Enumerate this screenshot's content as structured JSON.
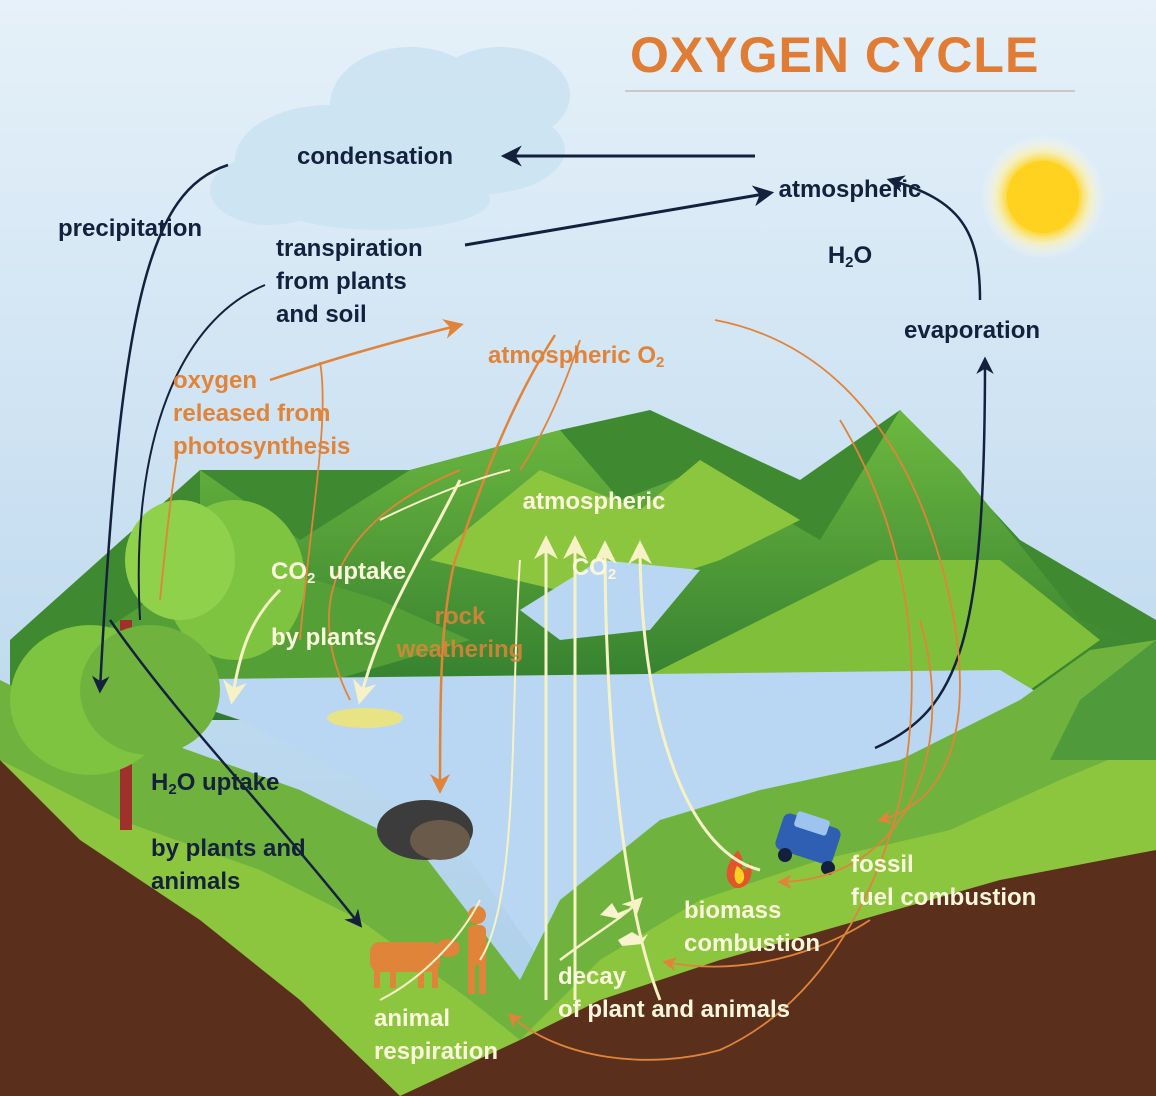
{
  "title": "OXYGEN CYCLE",
  "labels": {
    "condensation": "condensation",
    "atmospheric_h2o_line1": "atmospheric",
    "h2o_prefix": "H",
    "h2o_sub": "2",
    "h2o_suffix": "O",
    "precipitation": "precipitation",
    "transpiration": "transpiration\nfrom plants\nand soil",
    "evaporation": "evaporation",
    "atmospheric_o2_prefix": "atmospheric O",
    "o2_sub": "2",
    "oxygen_released": "oxygen\nreleased from\nphotosynthesis",
    "atmospheric_co2_line1": "atmospheric",
    "co2_line2_prefix": "CO",
    "co2_sub": "2",
    "co2_uptake_prefix": "CO",
    "co2_uptake_sub": "2",
    "co2_uptake_suffix": "  uptake",
    "co2_uptake_line2": "by plants",
    "rock_weathering": "rock\nweathering",
    "h2o_uptake_prefix": "H",
    "h2o_uptake_sub": "2",
    "h2o_uptake_suffix": "O uptake",
    "h2o_uptake_rest": "by plants and\nanimals",
    "fossil_fuel": "fossil\nfuel combustion",
    "biomass": "biomass\ncombustion",
    "decay": "decay\nof plant and animals",
    "animal_respiration": "animal\nrespiration"
  },
  "colors": {
    "title": "#e07c33",
    "dark_label": "#14213d",
    "orange_label": "#e0843a",
    "light_label": "#fbf7dc",
    "sky_top": "#d7e9f6",
    "sky_bottom": "#a9cde9",
    "water": "#b9d6f2",
    "mountain": "#4f9a3a",
    "grass": "#8cc63f",
    "soil": "#5a2f1c",
    "sun": "#ffd21f"
  },
  "icons": [
    "cloud-icon",
    "sun-icon",
    "tree-icon",
    "cave-icon",
    "cow-icon",
    "person-icon",
    "fire-icon",
    "car-icon",
    "bird-icon"
  ]
}
